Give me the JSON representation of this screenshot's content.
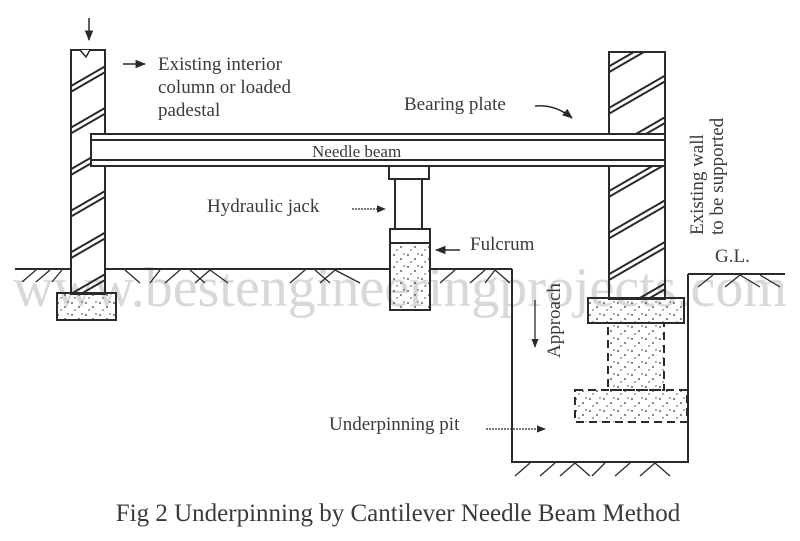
{
  "figure": {
    "caption": "Fig 2 Underpinning by Cantilever Needle Beam Method",
    "watermark": "www.bestengineeringprojects.com"
  },
  "labels": {
    "column_line1": "Existing interior",
    "column_line2": "column or loaded",
    "column_line3": "padestal",
    "bearing_plate": "Bearing plate",
    "needle_beam": "Needle beam",
    "hydraulic_jack": "Hydraulic jack",
    "fulcrum": "Fulcrum",
    "wall_line1": "Existing wall",
    "wall_line2": "to be supported",
    "ground_level": "G.L.",
    "approach": "Approach",
    "underpinning_pit": "Underpinning pit"
  },
  "colors": {
    "line": "#2a2a2a",
    "text": "#3a3a3a",
    "watermark": "#d8d8d8"
  }
}
